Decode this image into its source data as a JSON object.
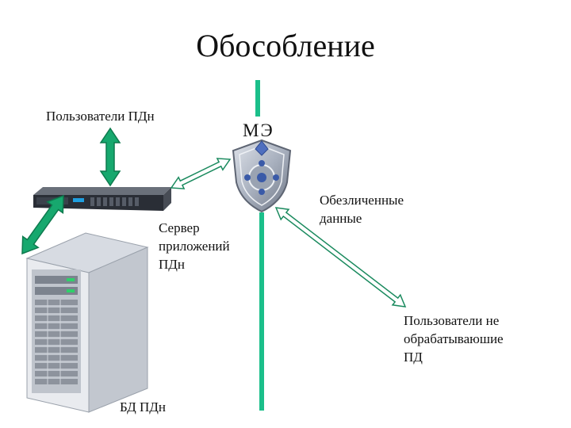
{
  "title": "Обособление",
  "labels": {
    "users_pdn": "Пользователи ПДн",
    "firewall": "МЭ",
    "app_server": "Сервер\nприложений\nПДн",
    "anonymized_data": "Обезличенные\nданные",
    "non_processing_users": "Пользователи не\nобрабатываюшие\nПД",
    "db_pdn": "БД ПДн"
  },
  "colors": {
    "wall": "#1bbf8a",
    "arrow_green": "#17a86e",
    "arrow_white": "#ffffff",
    "shield": "#a9b1bf",
    "server_dark": "#2a2e36",
    "tower_light": "#e6e8ec"
  },
  "icons": {
    "firewall": "shield-icon",
    "app_server": "rack-server-icon",
    "database": "tower-server-icon"
  }
}
